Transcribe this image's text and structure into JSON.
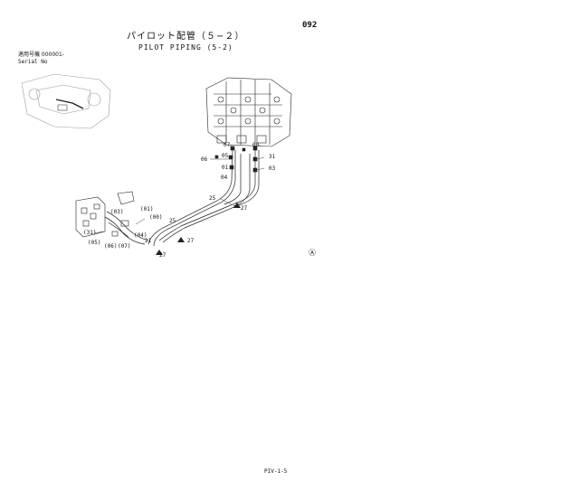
{
  "header": {
    "page_number": "092",
    "title_jp": "パイロット配管（５−２）",
    "title_en": "PILOT PIPING (5-2)",
    "serial_label_jp": "適用号機 000001-",
    "serial_label_en": "Serial No"
  },
  "callouts": {
    "c07": "07",
    "c00": "00",
    "c06": "06",
    "c05": "05",
    "c01": "01",
    "c04": "04",
    "c31": "31",
    "c03": "03",
    "c25a": "25",
    "c27a": "27",
    "c25b": "25",
    "c01p": "(01)",
    "c00p": "(00)",
    "c03p": "(03)",
    "c04p": "(04)",
    "c31p": "(31)",
    "c05p": "(05)",
    "c06p": "(06)",
    "c07p": "(07)",
    "c21": "21",
    "c27b": "27",
    "c27c": "27"
  },
  "symbol": "Ⓐ",
  "footer": "PIV-1-5"
}
